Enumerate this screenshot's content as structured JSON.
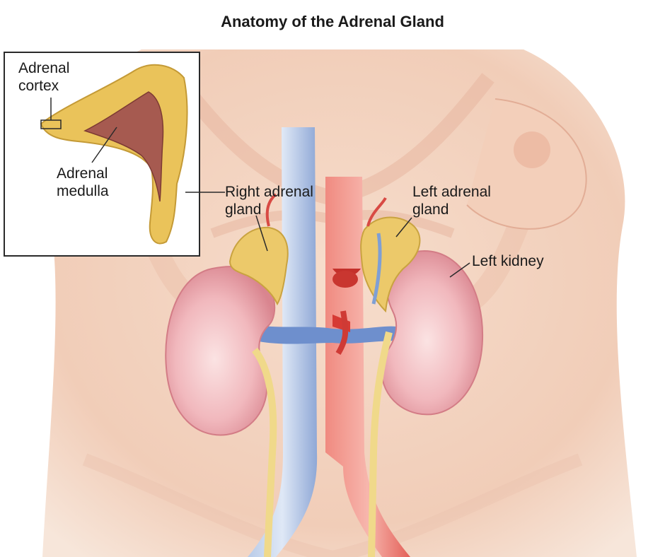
{
  "title": "Anatomy of the Adrenal Gland",
  "inset": {
    "cortex_label": [
      "Adrenal",
      "cortex"
    ],
    "medulla_label": [
      "Adrenal",
      "medulla"
    ]
  },
  "labels": {
    "right_adrenal": [
      "Right adrenal",
      "gland"
    ],
    "left_adrenal": [
      "Left adrenal",
      "gland"
    ],
    "left_kidney": "Left kidney"
  },
  "colors": {
    "skin": "#f3d3c0",
    "kidney": "#e89aa4",
    "adrenal": "#e8c55a",
    "vein": "#7f9fd4",
    "aorta": "#d9443f",
    "ureter": "#f1dc8f",
    "medulla": "#a4574f"
  }
}
